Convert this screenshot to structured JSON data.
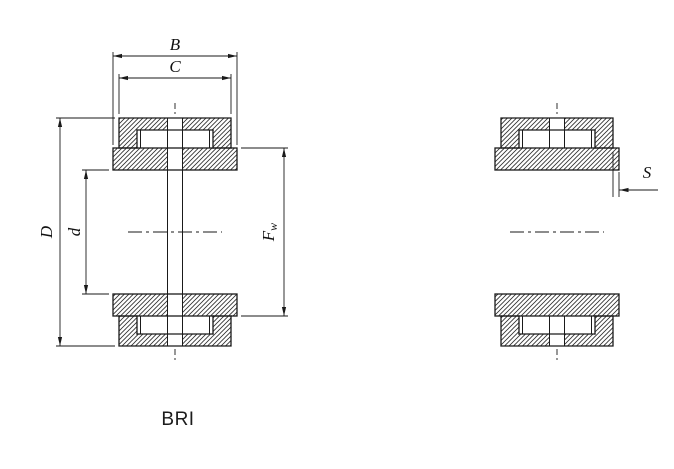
{
  "figure": {
    "series_label": "BRI",
    "dimensions": {
      "inner_ring_width": "B",
      "outer_ring_width": "C",
      "outer_diameter": "D",
      "bore_diameter": "d",
      "roller_inscribed_dia_main": "F",
      "roller_inscribed_dia_sub": "w",
      "inner_ring_protrusion": "S"
    },
    "colors": {
      "line": "#1a1a1a",
      "hatch": "#2b2b2b",
      "background": "#ffffff"
    }
  }
}
